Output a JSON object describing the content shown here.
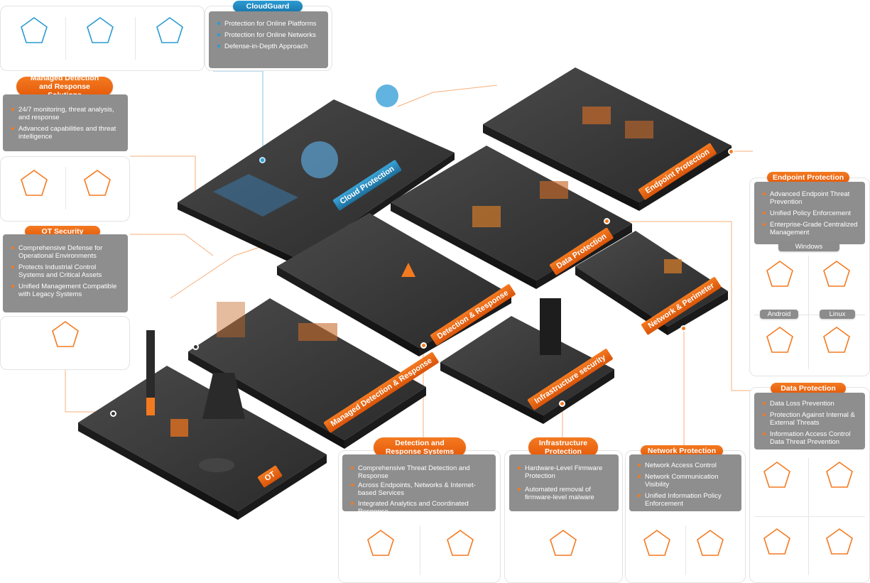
{
  "colors": {
    "accent_orange": "#f47a20",
    "accent_blue": "#2a9bd3",
    "box_gray": "#8e8e8e",
    "platform_dark": "#3a3a3a"
  },
  "callouts": {
    "cloudguard": {
      "title": "CloudGuard",
      "items": [
        "Protection for Online Platforms",
        "Protection for Online Networks",
        "Defense-in-Depth Approach"
      ]
    },
    "mdr": {
      "title": "Managed Detection and Response Solutions",
      "items": [
        "24/7 monitoring, threat analysis, and response",
        "Advanced capabilities and threat intelligence"
      ]
    },
    "ot": {
      "title": "OT Security",
      "items": [
        "Comprehensive Defense for Operational Environments",
        "Protects Industrial Control Systems and Critical Assets",
        "Unified Management Compatible with Legacy Systems"
      ]
    },
    "endpoint": {
      "title": "Endpoint Protection",
      "items": [
        "Advanced Endpoint Threat Prevention",
        "Unified Policy Enforcement",
        "Enterprise-Grade Centralized Management"
      ],
      "os_tags": [
        "Windows",
        "Android",
        "Linux"
      ]
    },
    "data": {
      "title": "Data Protection",
      "items": [
        "Data Loss Prevention",
        "Protection Against Internal & External Threats",
        "Information Access Control Data Threat Prevention"
      ]
    },
    "detection": {
      "title": "Detection and Response Systems",
      "items": [
        "Comprehensive Threat Detection and Response",
        "Across Endpoints, Networks & Internet-based Services",
        "Integrated Analytics and Coordinated Response"
      ]
    },
    "infrastructure": {
      "title": "Infrastructure Protection",
      "items": [
        "Hardware-Level Firmware Protection",
        "Automated removal of firmware-level malware"
      ]
    },
    "network": {
      "title": "Network Protection",
      "items": [
        "Network Access Control",
        "Network Communication Visibility",
        "Unified Information Policy Enforcement"
      ]
    }
  },
  "platforms": {
    "cloud": "Cloud Protection",
    "endpoint": "Endpoint Protection",
    "data": "Data Protection",
    "detection": "Detection & Response",
    "network": "Network & Perimeter",
    "infrastructure": "Infrastructure security",
    "mdr": "Managed Detection & Response",
    "ot": "OT"
  },
  "icons": {
    "logo_slot": "pentagon-outline-icon"
  }
}
